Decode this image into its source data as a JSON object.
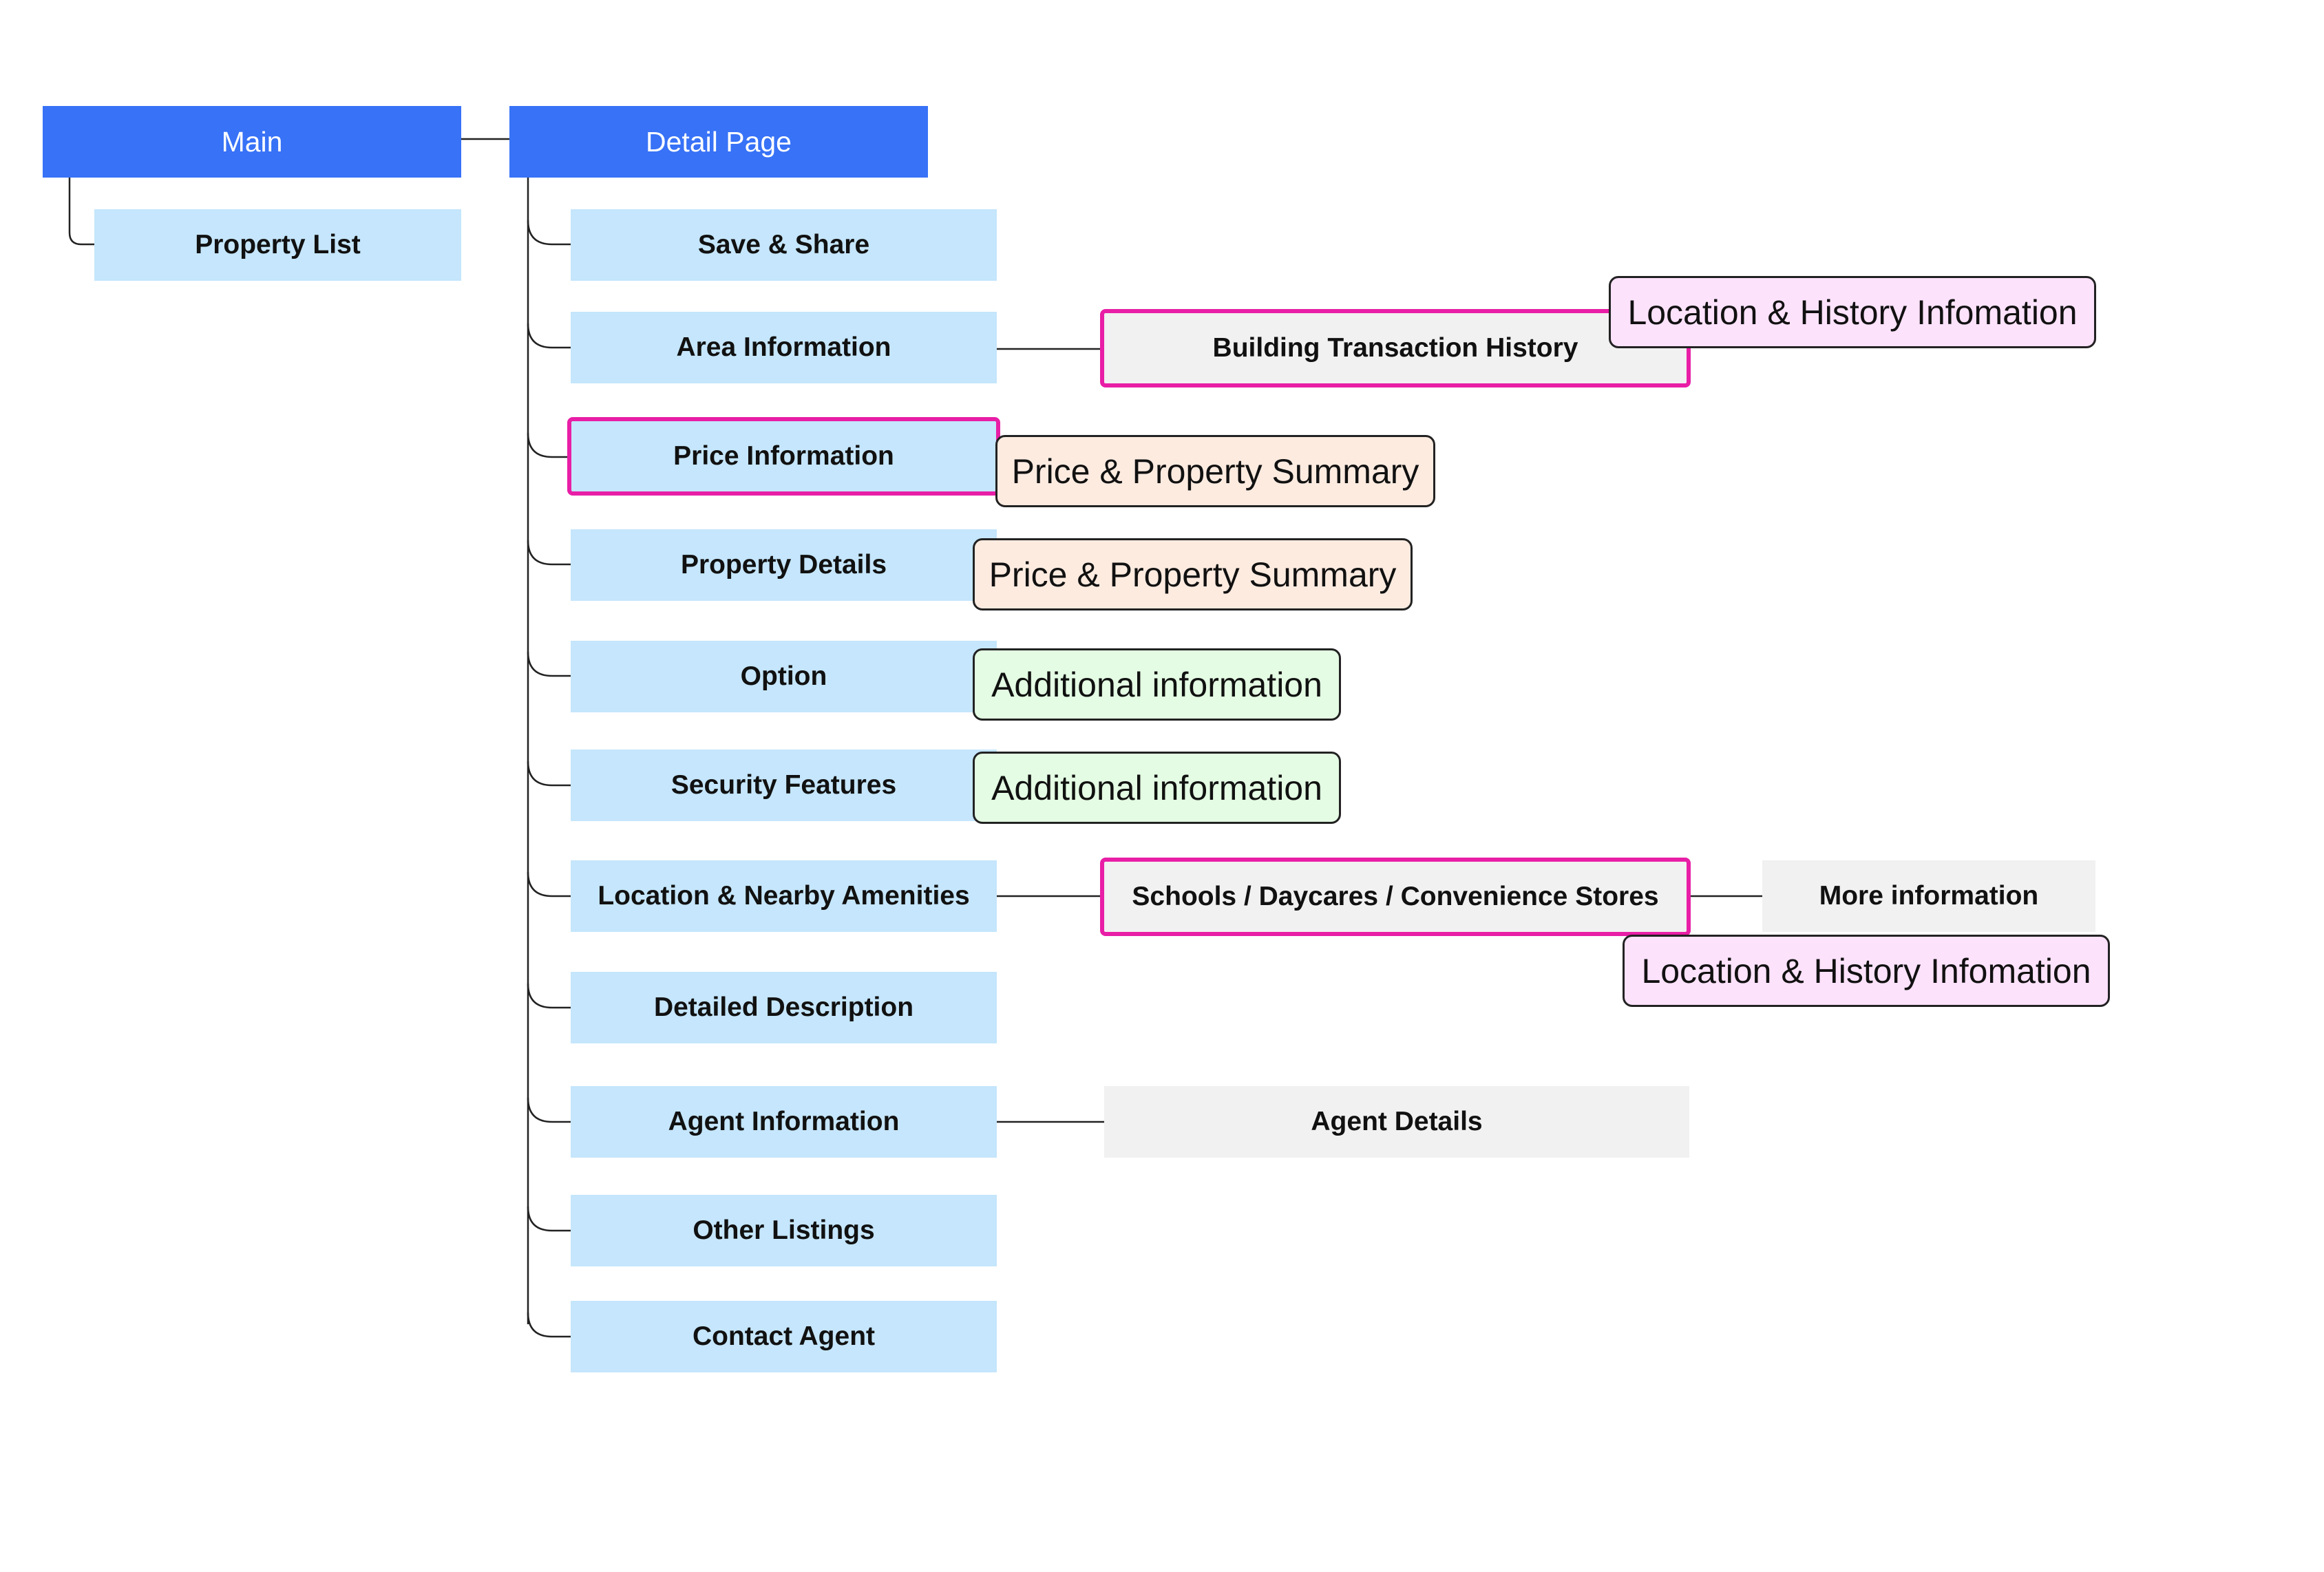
{
  "nodes": {
    "main": "Main",
    "detail_page": "Detail Page",
    "property_list": "Property List",
    "save_share": "Save & Share",
    "area_information": "Area Information",
    "price_information": "Price Information",
    "property_details": "Property Details",
    "option": "Option",
    "security_features": "Security Features",
    "location_nearby": "Location & Nearby Amenities",
    "detailed_description": "Detailed Description",
    "agent_information": "Agent Information",
    "other_listings": "Other Listings",
    "contact_agent": "Contact Agent",
    "building_transaction_history": "Building Transaction History",
    "schools_daycares": "Schools / Daycares / Convenience Stores",
    "more_information": "More information",
    "agent_details": "Agent Details"
  },
  "tags": {
    "location_history_1": "Location & History Infomation",
    "price_summary_1": "Price & Property Summary",
    "price_summary_2": "Price & Property Summary",
    "additional_1": "Additional information",
    "additional_2": "Additional information",
    "location_history_2": "Location & History Infomation"
  },
  "colors": {
    "primary": "#3772f7",
    "child": "#c5e6fc",
    "gray_node": "#f1f1f1",
    "highlight_border": "#e81ea6",
    "tag_pink": "#fde2fb",
    "tag_peach": "#fdebe0",
    "tag_green": "#e4fce3",
    "connector": "#222222"
  }
}
